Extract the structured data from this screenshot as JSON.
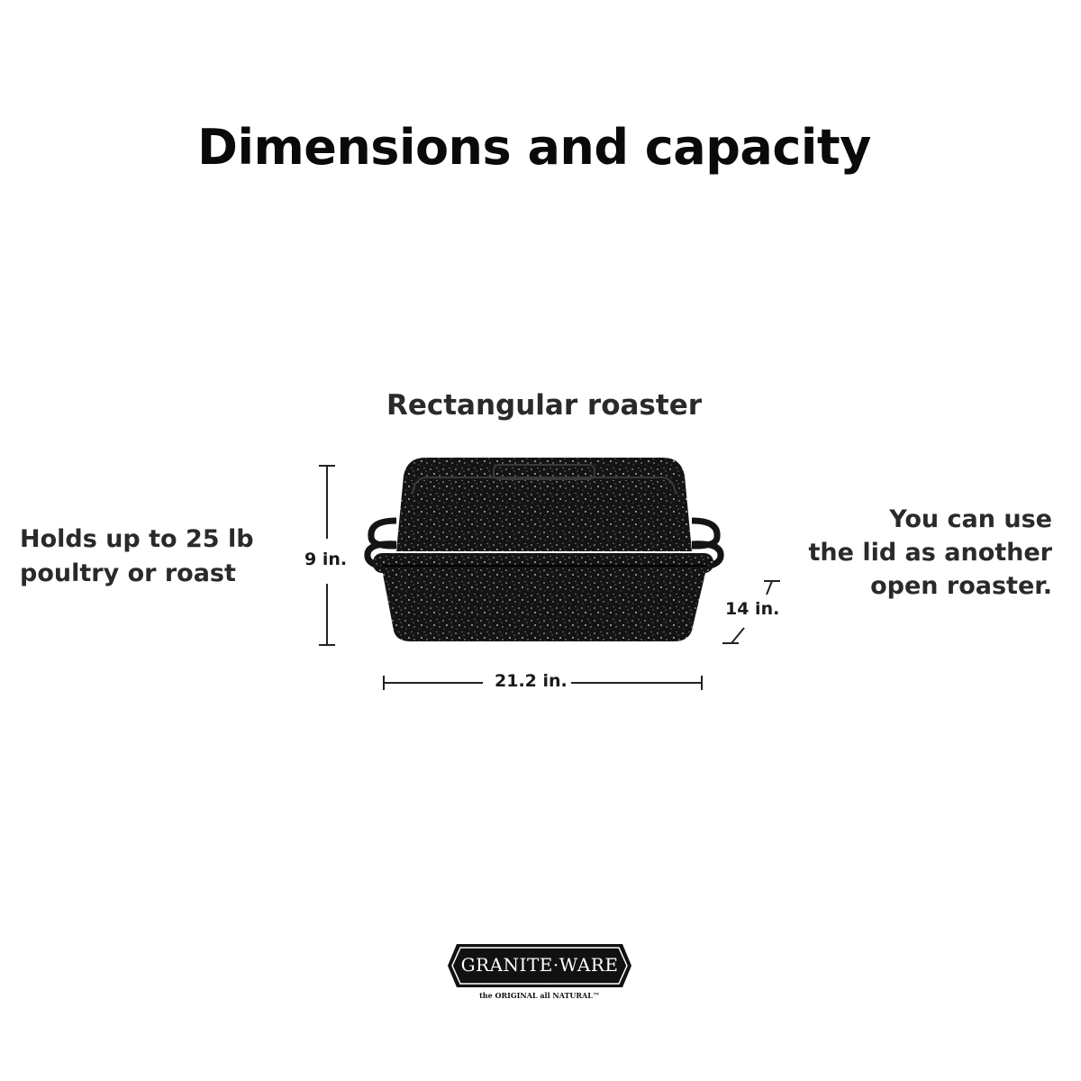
{
  "header": {
    "title": "Dimensions and capacity"
  },
  "product": {
    "name": "Rectangular roaster",
    "capacity_text": [
      "Holds up to 25 lb",
      "poultry or roast"
    ],
    "lid_text": [
      "You can use",
      "the lid as another",
      "open roaster."
    ],
    "dimensions": {
      "height": "9 in.",
      "depth": "14 in.",
      "width": "21.2 in."
    },
    "color": "#141414"
  },
  "brand": {
    "logo_text": "GRANITE·WARE",
    "tagline": "the ORIGINAL all NATURAL™"
  }
}
